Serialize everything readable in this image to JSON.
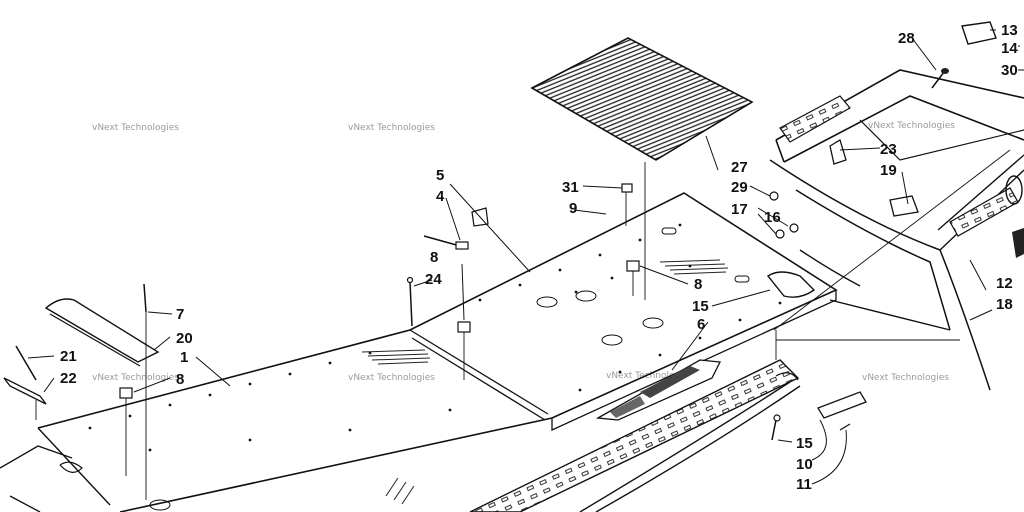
{
  "watermark": "vNext Technologies",
  "callouts": [
    "1",
    "4",
    "5",
    "6",
    "7",
    "8",
    "8",
    "8",
    "9",
    "10",
    "11",
    "12",
    "13",
    "14",
    "15",
    "15",
    "16",
    "17",
    "18",
    "19",
    "20",
    "21",
    "22",
    "23",
    "24",
    "27",
    "28",
    "29",
    "30",
    "31"
  ]
}
